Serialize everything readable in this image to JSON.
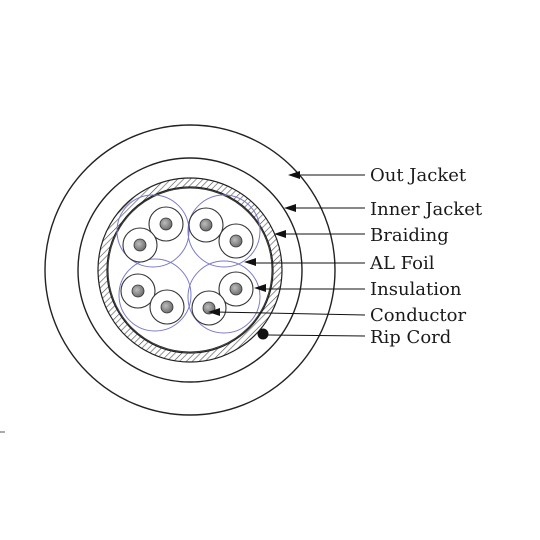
{
  "labels": {
    "out_jacket": "Out Jacket",
    "inner_jacket": "Inner Jacket",
    "braiding": "Braiding",
    "al_foil": "AL Foil",
    "insulation": "Insulation",
    "conductor": "Conductor",
    "rip_cord": "Rip Cord"
  },
  "colors": {
    "outline": "#222222",
    "pair_ring": "#7a7ac8",
    "conductor_fill": "#8c8c8c"
  }
}
